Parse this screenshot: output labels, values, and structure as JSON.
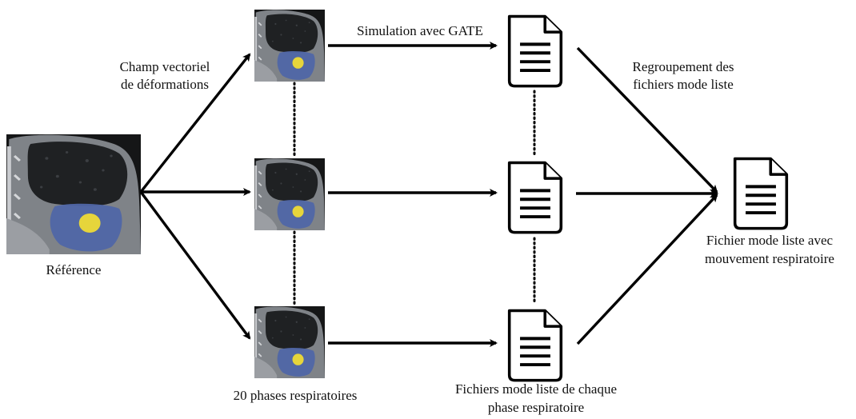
{
  "labels": {
    "reference": "Référence",
    "vector_field_line1": "Champ vectoriel",
    "vector_field_line2": "de déformations",
    "simulation": "Simulation avec GATE",
    "phases": "20 phases respiratoires",
    "per_phase_files_line1": "Fichiers mode liste de chaque",
    "per_phase_files_line2": "phase respiratoire",
    "grouping_line1": "Regroupement des",
    "grouping_line2": "fichiers mode liste",
    "result_line1": "Fichier mode liste avec",
    "result_line2": "mouvement respiratoire"
  },
  "colors": {
    "lung": "#1c1e20",
    "tissue": "#8c8f94",
    "liver_overlay": "#4f66a8",
    "tumor": "#e4d23a",
    "arrow": "#000000"
  },
  "icons": {
    "ct_slice": "ct-scan-image",
    "list_mode_file": "document-icon"
  }
}
